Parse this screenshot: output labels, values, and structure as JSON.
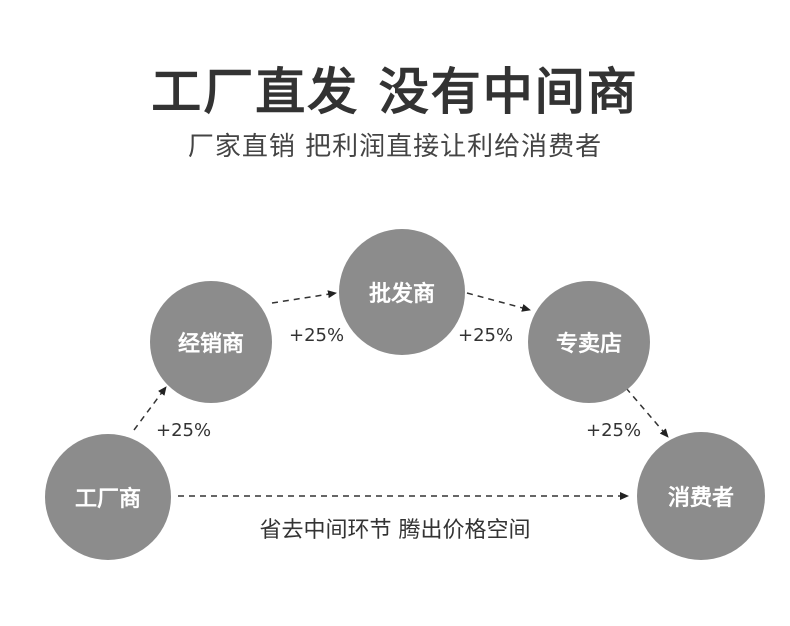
{
  "title": "工厂直发 没有中间商",
  "subtitle": "厂家直销 把利润直接让利给消费者",
  "nodes": {
    "factory": "工厂商",
    "distributor": "经销商",
    "wholesaler": "批发商",
    "store": "专卖店",
    "consumer": "消费者"
  },
  "markups": {
    "factory_to_distributor": "+25%",
    "distributor_to_wholesaler": "+25%",
    "wholesaler_to_store": "+25%",
    "store_to_consumer": "+25%"
  },
  "direct_route_caption": "省去中间环节 腾出价格空间",
  "colors": {
    "node_fill": "#8c8c8c",
    "arrow": "#333333"
  }
}
